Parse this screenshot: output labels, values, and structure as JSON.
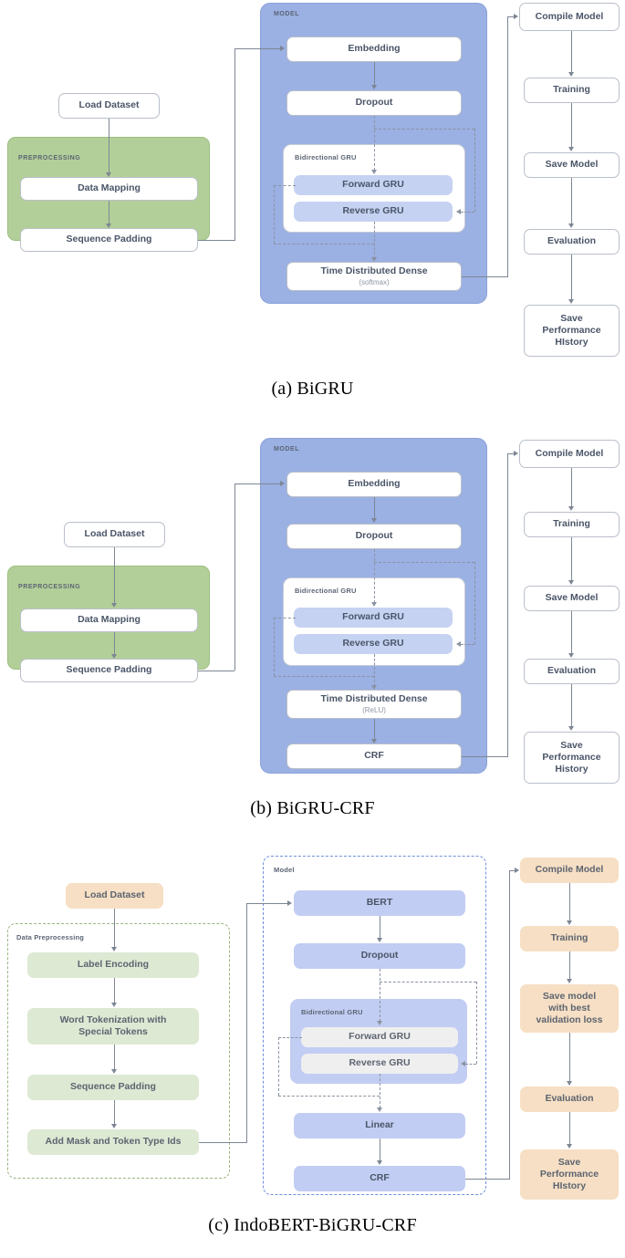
{
  "figure": {
    "panels": [
      {
        "id": "a",
        "caption": "(a) BiGRU",
        "preprocessing_label": "PREPROCESSING",
        "model_label": "MODEL",
        "bigru_label": "Bidirectional GRU",
        "load_dataset": "Load Dataset",
        "preprocess_steps": [
          "Data Mapping",
          "Sequence Padding"
        ],
        "model_steps": [
          "Embedding",
          "Dropout"
        ],
        "gru_steps": [
          "Forward GRU",
          "Reverse GRU"
        ],
        "output_layer": "Time Distributed Dense",
        "output_layer_sub": "(softmax)",
        "pipeline": [
          "Compile Model",
          "Training",
          "Save Model",
          "Evaluation",
          "Save\nPerformance\nHIstory"
        ]
      },
      {
        "id": "b",
        "caption": "(b) BiGRU-CRF",
        "preprocessing_label": "PREPROCESSING",
        "model_label": "MODEL",
        "bigru_label": "Bidirectional GRU",
        "load_dataset": "Load Dataset",
        "preprocess_steps": [
          "Data Mapping",
          "Sequence Padding"
        ],
        "model_steps": [
          "Embedding",
          "Dropout"
        ],
        "gru_steps": [
          "Forward GRU",
          "Reverse GRU"
        ],
        "output_layer": "Time Distributed Dense",
        "output_layer_sub": "(ReLU)",
        "crf": "CRF",
        "pipeline": [
          "Compile Model",
          "Training",
          "Save Model",
          "Evaluation",
          "Save\nPerformance\nHistory"
        ]
      },
      {
        "id": "c",
        "caption": "(c) IndoBERT-BiGRU-CRF",
        "preprocessing_label": "Data Preprocessing",
        "model_label": "Model",
        "bigru_label": "Bidirectional GRU",
        "load_dataset": "Load Dataset",
        "preprocess_steps": [
          "Label Encoding",
          "Word Tokenization with\nSpecial Tokens",
          "Sequence Padding",
          "Add Mask and Token Type Ids"
        ],
        "model_steps": [
          "BERT",
          "Dropout"
        ],
        "gru_steps": [
          "Forward GRU",
          "Reverse GRU"
        ],
        "linear": "Linear",
        "crf": "CRF",
        "pipeline": [
          "Compile Model",
          "Training",
          "Save model\nwith best\nvalidation loss",
          "Evaluation",
          "Save\nPerformance\nHIstory"
        ]
      }
    ],
    "colors": {
      "preprocessing_green": "#b3cf99",
      "model_blue": "#9bb0e3",
      "gru_inner_blue": "#c5d2f2",
      "tan": "#f6dfc4",
      "light_green": "#dde9d3",
      "lavender": "#c2cdf3",
      "gru_grey": "#efefef",
      "connector": "#7d8694",
      "text": "#4a5568"
    }
  }
}
